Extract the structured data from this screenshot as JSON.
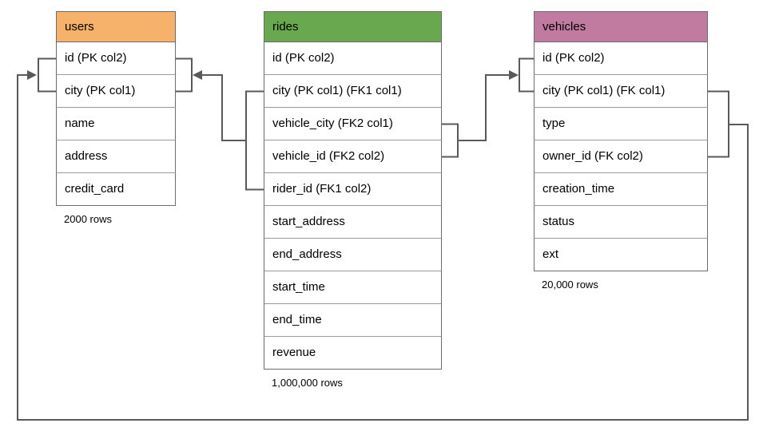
{
  "diagram": {
    "connector_color": "#595959",
    "tables": [
      {
        "name": "users",
        "header_color": "#f6b26b",
        "columns": [
          "id (PK col2)",
          "city (PK col1)",
          "name",
          "address",
          "credit_card"
        ],
        "row_count_label": "2000 rows"
      },
      {
        "name": "rides",
        "header_color": "#6aa84f",
        "columns": [
          "id (PK col2)",
          "city (PK col1) (FK1 col1)",
          "vehicle_city (FK2 col1)",
          "vehicle_id (FK2 col2)",
          "rider_id (FK1 col2)",
          "start_address",
          "end_address",
          "start_time",
          "end_time",
          "revenue"
        ],
        "row_count_label": "1,000,000 rows"
      },
      {
        "name": "vehicles",
        "header_color": "#c27ba0",
        "columns": [
          "id (PK col2)",
          "city (PK col1) (FK col1)",
          "type",
          "owner_id (FK col2)",
          "creation_time",
          "status",
          "ext"
        ],
        "row_count_label": "20,000 rows"
      }
    ]
  }
}
